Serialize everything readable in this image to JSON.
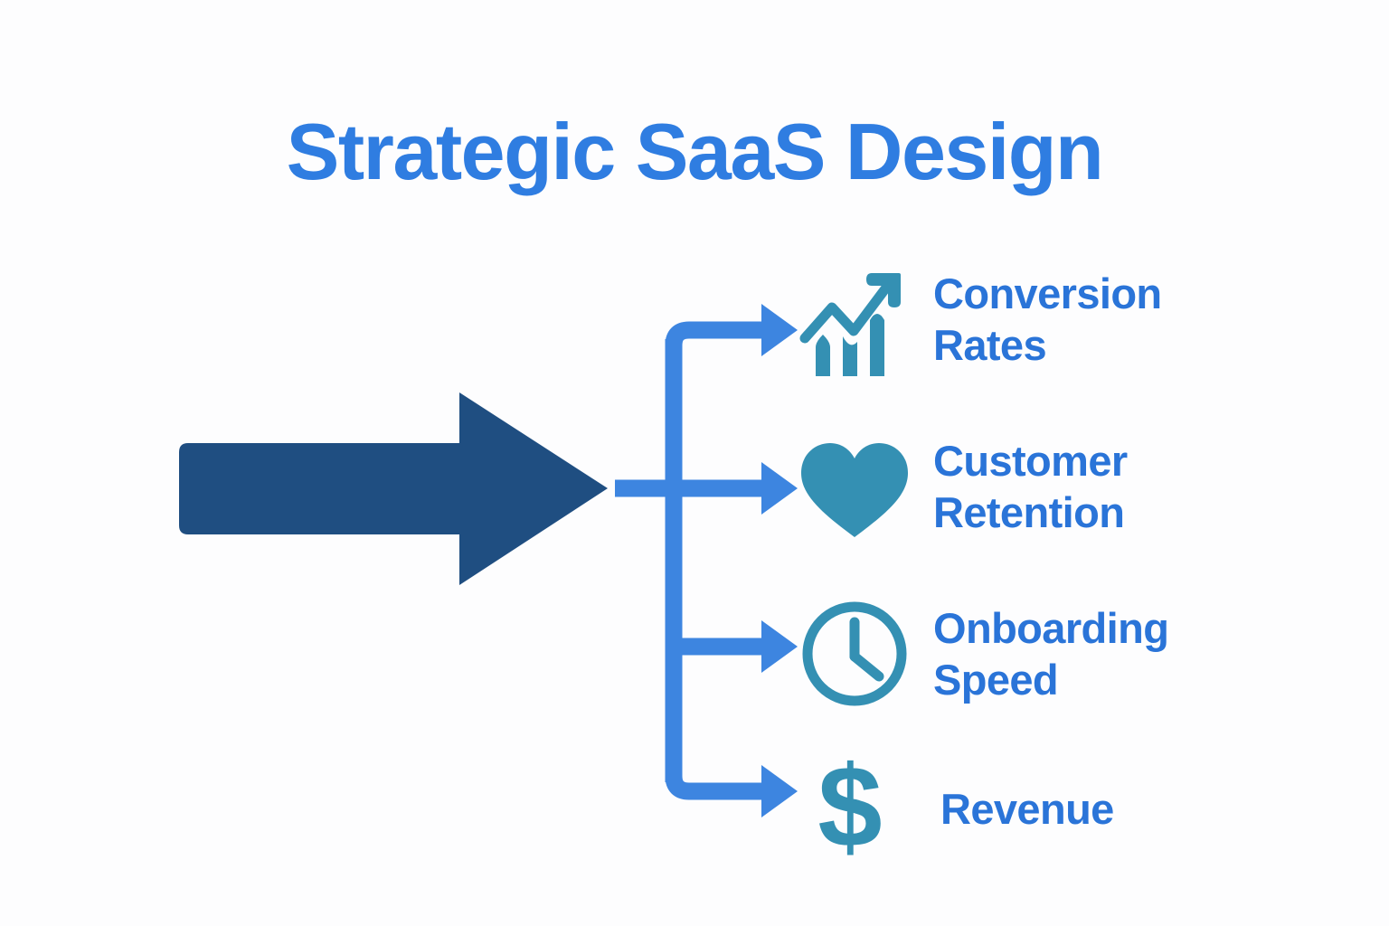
{
  "page": {
    "title": "Strategic SaaS Design",
    "background_color": "#FDFDFE"
  },
  "colors": {
    "title_blue": "#2F7DE1",
    "label_blue": "#2A74D8",
    "connector_blue": "#3D85E0",
    "icon_teal": "#3490B3",
    "main_arrow_navy": "#1F4E81"
  },
  "main_arrow": {
    "name": "strategic-saas-design-input-arrow",
    "direction": "right",
    "color": "#1F4E81"
  },
  "branches": {
    "count": 4,
    "color": "#3D85E0",
    "description": "Branching connector splitting one input into four outcome arrows"
  },
  "outcomes": [
    {
      "id": "conversion-rates",
      "label": "Conversion\nRates",
      "icon": "growth-chart-icon",
      "icon_color": "#3490B3"
    },
    {
      "id": "customer-retention",
      "label": "Customer\nRetention",
      "icon": "heart-icon",
      "icon_color": "#3490B3"
    },
    {
      "id": "onboarding-speed",
      "label": "Onboarding\nSpeed",
      "icon": "clock-icon",
      "icon_color": "#3490B3"
    },
    {
      "id": "revenue",
      "label": "Revenue",
      "icon": "dollar-sign-icon",
      "icon_color": "#3490B3"
    }
  ],
  "chart_data": {
    "type": "diagram",
    "title": "Strategic SaaS Design",
    "diagram_kind": "one-to-many branching flow",
    "source_node": "Strategic SaaS Design (input arrow)",
    "targets": [
      "Conversion Rates",
      "Customer Retention",
      "Onboarding Speed",
      "Revenue"
    ],
    "edges": [
      {
        "from": "input-arrow",
        "to": "Conversion Rates"
      },
      {
        "from": "input-arrow",
        "to": "Customer Retention"
      },
      {
        "from": "input-arrow",
        "to": "Onboarding Speed"
      },
      {
        "from": "input-arrow",
        "to": "Revenue"
      }
    ]
  }
}
